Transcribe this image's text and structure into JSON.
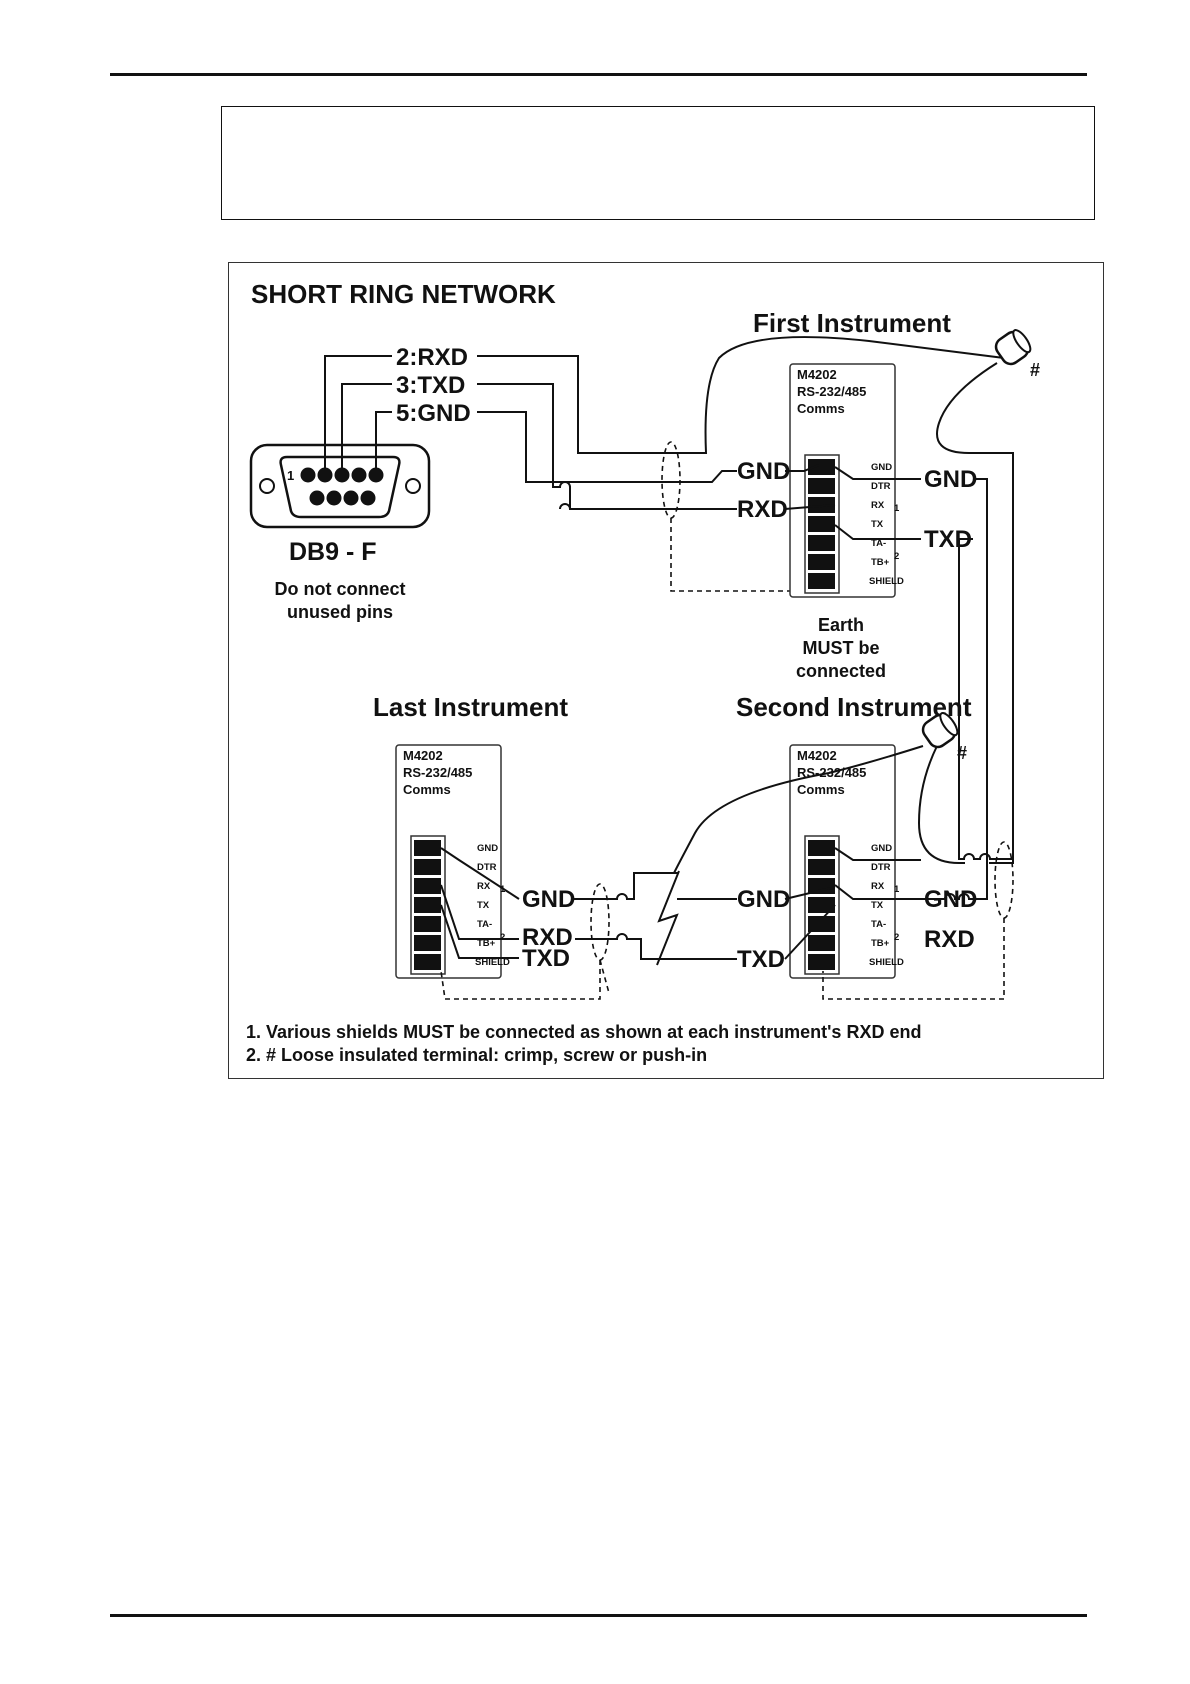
{
  "page": {
    "header_rule": true,
    "footer_rule": true,
    "note_box_text": ""
  },
  "figure": {
    "title": "SHORT RING NETWORK",
    "instruments": {
      "first": "First Instrument",
      "second": "Second Instrument",
      "last": "Last Instrument"
    },
    "db9": {
      "pin_rxd": "2:RXD",
      "pin_txd": "3:TXD",
      "pin_gnd": "5:GND",
      "pin1_label": "1",
      "name": "DB9 - F",
      "note_line1": "Do not connect",
      "note_line2": "unused pins"
    },
    "module": {
      "model": "M4202",
      "interface": "RS-232/485",
      "function": "Comms",
      "terminals": [
        "GND",
        "DTR",
        "RX",
        "TX",
        "TA-",
        "TB+",
        "SHIELD"
      ],
      "group1": "1",
      "group2": "2"
    },
    "signals": {
      "gnd": "GND",
      "rxd": "RXD",
      "txd": "TXD"
    },
    "terminal_marker": "#",
    "earth_note": [
      "Earth",
      "MUST be",
      "connected"
    ],
    "footnotes": [
      "1. Various shields MUST be connected as shown at each instrument's RXD end",
      "2. # Loose insulated terminal: crimp, screw or push-in"
    ]
  }
}
